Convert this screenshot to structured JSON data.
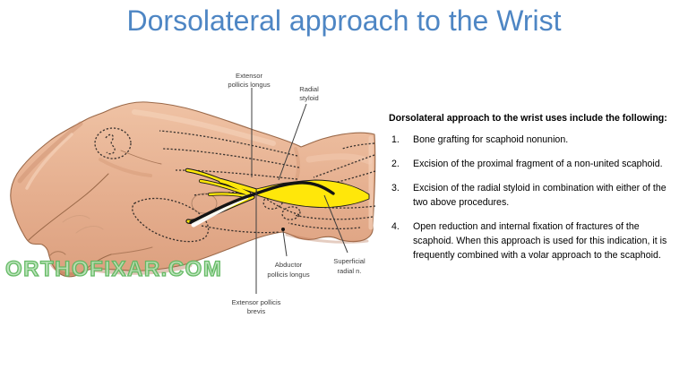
{
  "title": {
    "text": "Dorsolateral approach to the Wrist",
    "color": "#4E86C4"
  },
  "watermark": {
    "text": "ORTHOFIXAR.COM",
    "color": "#5CB85C"
  },
  "illustration": {
    "labels": {
      "epl": {
        "line1": "Extensor",
        "line2": "pollicis longus"
      },
      "radial_styloid": {
        "line1": "Radial",
        "line2": "styloid"
      },
      "apl": {
        "line1": "Abductor",
        "line2": "pollicis longus"
      },
      "superficial_radial": {
        "line1": "Superficial",
        "line2": "radial n."
      },
      "epb": {
        "line1": "Extensor pollicis",
        "line2": "brevis"
      }
    },
    "colors": {
      "skin_light": "#EDBD9F",
      "skin_dark": "#DFA182",
      "skin_outline": "#9A6848",
      "nerve_yellow": "#FFE70A",
      "incision_black": "#141414"
    }
  },
  "content": {
    "heading": "Dorsolateral approach to the wrist uses include the following:",
    "items": [
      {
        "num": "1.",
        "text": "Bone grafting for scaphoid nonunion."
      },
      {
        "num": "2.",
        "text": "Excision of the proximal fragment of a non-united scaphoid."
      },
      {
        "num": "3.",
        "text": "Excision of the radial styloid in combination with either of the two above procedures."
      },
      {
        "num": "4.",
        "text": "Open reduction and internal fixation of fractures of the scaphoid. When this approach is used for this indication, it is frequently combined with a volar approach to the scaphoid."
      }
    ]
  }
}
